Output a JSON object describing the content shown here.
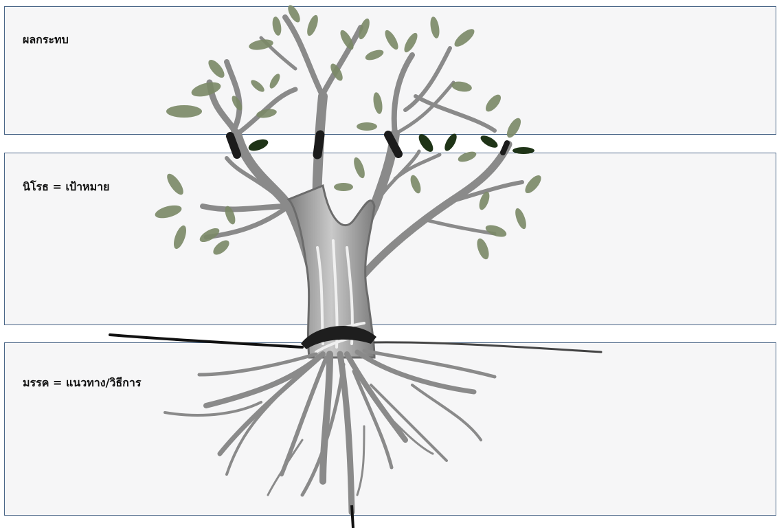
{
  "panels": [
    {
      "label": "ผลกระทบ"
    },
    {
      "label": "นิโรธ = เป้าหมาย"
    },
    {
      "label": "มรรค = แนวทาง/วิธีการ"
    }
  ],
  "colors": {
    "panel_bg": "#f6f6f7",
    "panel_border": "#4a6687",
    "branch": "#8a8a8a",
    "leaf": "#7c8a68",
    "dark_leaf": "#1f3417",
    "ground": "#111111"
  },
  "icons": [
    "tree-illustration"
  ]
}
